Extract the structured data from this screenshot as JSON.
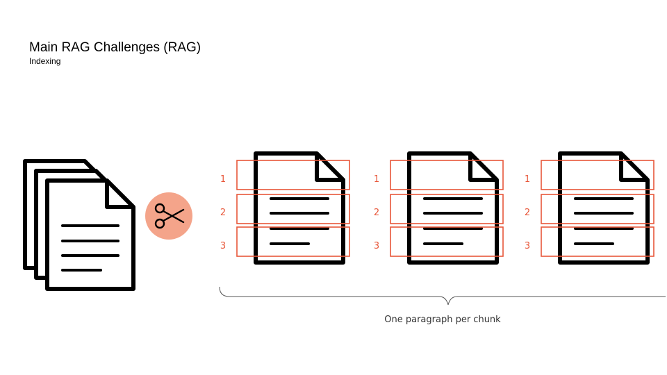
{
  "header": {
    "title": "Main RAG Challenges (RAG)",
    "subtitle": "Indexing"
  },
  "diagram": {
    "source_documents_icon": "document-stack-icon",
    "action_icon": "scissors-icon",
    "chunked_documents_count": 3,
    "chunk_labels": [
      "1",
      "2",
      "3"
    ],
    "caption": "One paragraph per chunk",
    "colors": {
      "stroke": "#000000",
      "accent": "#e8573a",
      "scissors_circle": "#f4a48a",
      "brace": "#555555"
    }
  }
}
